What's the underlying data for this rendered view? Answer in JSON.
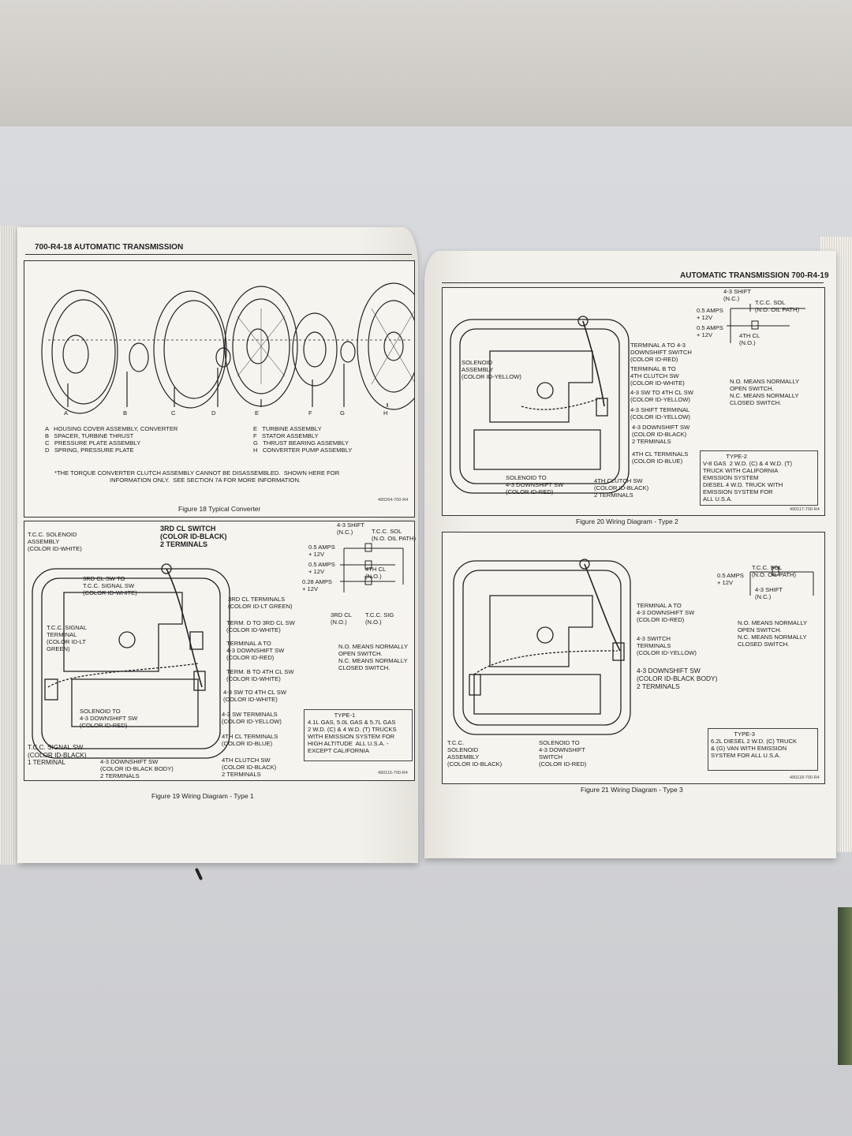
{
  "left_page": {
    "header": "700-R4-18  AUTOMATIC TRANSMISSION",
    "fig18": {
      "letters": [
        "A",
        "B",
        "C",
        "D",
        "E",
        "F",
        "G",
        "H"
      ],
      "legend_left": [
        "A   HOUSING COVER ASSEMBLY, CONVERTER",
        "B   SPACER, TURBINE THRUST",
        "C   PRESSURE PLATE ASSEMBLY",
        "D   SPRING, PRESSURE PLATE"
      ],
      "legend_right": [
        "E   TURBINE ASSEMBLY",
        "F   STATOR ASSEMBLY",
        "G   THRUST BEARING ASSEMBLY",
        "H   CONVERTER PUMP ASSEMBLY"
      ],
      "note_line1": "*THE TORQUE CONVERTER CLUTCH ASSEMBLY CANNOT BE DISASSEMBLED.  SHOWN HERE FOR",
      "note_line2": "INFORMATION ONLY.  SEE SECTION 7A FOR MORE INFORMATION.",
      "caption": "Figure 18 Typical Converter",
      "code": "490264-700-R4"
    },
    "fig19": {
      "tcc_solenoid": "T.C.C. SOLENOID\nASSEMBLY\n(COLOR ID-WHITE)",
      "third_cl_switch": "3RD CL SWITCH\n(COLOR ID-BLACK)\n2 TERMINALS",
      "third_cl_sw_to": "3RD CL SW TO\nT.C.C. SIGNAL SW\n(COLOR ID-WHITE)",
      "tcc_signal_terminal": "T.C.C. SIGNAL\nTERMINAL\n(COLOR ID-LT\nGREEN)",
      "third_cl_terminals": "3RD CL TERMINALS\n(COLOR ID-LT GREEN)",
      "term_d": "TERM. D TO 3RD CL SW\n(COLOR ID-WHITE)",
      "terminal_a": "TERMINAL A TO\n4-3 DOWNSHIFT SW\n(COLOR ID-RED)",
      "term_b": "TERM. B TO 4TH CL SW\n(COLOR ID-WHITE)",
      "sw43_to_4th": "4-3 SW TO 4TH CL SW\n(COLOR ID-WHITE)",
      "sw43_terminals": "4-3 SW TERMINALS\n(COLOR ID-YELLOW)",
      "fourth_cl_terminals": "4TH CL TERMINALS\n(COLOR ID-BLUE)",
      "fourth_clutch_sw": "4TH CLUTCH SW\n(COLOR ID-BLACK)\n2 TERMINALS",
      "solenoid_to": "SOLENOID TO\n4-3 DOWNSHIFT SW\n(COLOR ID-RED)",
      "tcc_signal_sw": "T.C.C. SIGNAL SW\n(COLOR ID-BLACK)\n1 TERMINAL",
      "downshift_sw": "4-3 DOWNSHIFT SW\n(COLOR ID-BLACK BODY)\n2 TERMINALS",
      "sch_43shift": "4-3 SHIFT\n(N.C.)",
      "sch_tccsol": "T.C.C. SOL\n(N.O. OIL PATH)",
      "sch_amps1": "0.5 AMPS\n+ 12V",
      "sch_amps2": "0.5 AMPS\n+ 12V",
      "sch_amps3": "0.28 AMPS\n+ 12V",
      "sch_4thcl": "4TH CL\n(N.O.)",
      "sch_3rdcl": "3RD CL\n(N.O.)",
      "sch_tccsig": "T.C.C. SIG\n(N.O.)",
      "no_nc": "N.O. MEANS NORMALLY\nOPEN SWITCH.\nN.C. MEANS NORMALLY\nCLOSED SWITCH.",
      "type_box": "                TYPE-1\n4.1L GAS, 5.0L GAS & 5.7L GAS\n2 W.D. (C) & 4 W.D. (T) TRUCKS\nWITH EMISSION SYSTEM FOR\nHIGH ALTITUDE  ALL U.S.A. -\nEXCEPT CALIFORNIA",
      "caption": "Figure 19 Wiring Diagram - Type 1",
      "code": "490116-700-R4"
    }
  },
  "right_page": {
    "header": "AUTOMATIC TRANSMISSION  700-R4-19",
    "fig20": {
      "solenoid_assembly": "SOLENOID\nASSEMBLY\n(COLOR ID-YELLOW)",
      "terminal_a": "TERMINAL A TO 4-3\nDOWNSHIFT SWITCH\n(COLOR ID-RED)",
      "terminal_b": "TERMINAL B TO\n4TH CLUTCH SW\n(COLOR ID-WHITE)",
      "sw43_to_4th": "4-3 SW TO 4TH CL SW\n(COLOR ID-YELLOW)",
      "shift_terminal": "4-3 SHIFT TERMINAL\n(COLOR ID-YELLOW)",
      "downshift_sw": "4-3 DOWNSHIFT SW\n(COLOR ID-BLACK)\n2 TERMINALS",
      "fourth_cl_terminals": "4TH CL TERMINALS\n(COLOR ID-BLUE)",
      "solenoid_to": "SOLENOID TO\n4-3 DOWNSHIFT SW\n(COLOR ID-RED)",
      "fourth_clutch_sw": "4TH CLUTCH SW\n(COLOR ID-BLACK)\n2 TERMINALS",
      "sch_43shift": "4-3 SHIFT\n(N.C.)",
      "sch_tccsol": "T.C.C. SOL\n(N.O. OIL PATH)",
      "sch_amps1": "0.5 AMPS\n+ 12V",
      "sch_amps2": "0.5 AMPS\n+ 12V",
      "sch_4thcl": "4TH CL\n(N.O.)",
      "no_nc": "N.O. MEANS NORMALLY\nOPEN SWITCH.\nN.C. MEANS NORMALLY\nCLOSED SWITCH.",
      "type_box": "              TYPE-2\nV-8 GAS  2 W.D. (C) & 4 W.D. (T)\nTRUCK WITH CALIFORNIA\nEMISSION SYSTEM\nDIESEL 4 W.D. TRUCK WITH\nEMISSION SYSTEM FOR\nALL U.S.A.",
      "caption": "Figure 20 Wiring Diagram - Type 2",
      "code": "490117-700-R4"
    },
    "fig21": {
      "terminal_a": "TERMINAL A TO\n4-3 DOWNSHIFT SW\n(COLOR ID-RED)",
      "sw43_terminals": "4-3 SWITCH\nTERMINALS\n(COLOR ID-YELLOW)",
      "downshift_sw": "4-3 DOWNSHIFT SW\n(COLOR ID-BLACK BODY)\n2 TERMINALS",
      "tcc_solenoid": "T.C.C.\nSOLENOID\nASSEMBLY\n(COLOR ID-BLACK)",
      "solenoid_to": "SOLENOID TO\n4-3 DOWNSHIFT\nSWITCH\n(COLOR ID-RED)",
      "sch_tccsol": "T.C.C. SOL\n(N.O. OIL PATH)",
      "sch_amps": "0.5 AMPS\n+ 12V",
      "sch_43shift": "4-3 SHIFT\n(N.C.)",
      "no_nc": "N.O. MEANS NORMALLY\nOPEN SWITCH.\nN.C. MEANS NORMALLY\nCLOSED SWITCH.",
      "type_box": "              TYPE-3\n6.2L DIESEL 2 W.D. (C) TRUCK\n& (G) VAN WITH EMISSION\nSYSTEM FOR ALL U.S.A.",
      "caption": "Figure 21 Wiring Diagram - Type 3",
      "code": "490118-700-R4"
    }
  }
}
